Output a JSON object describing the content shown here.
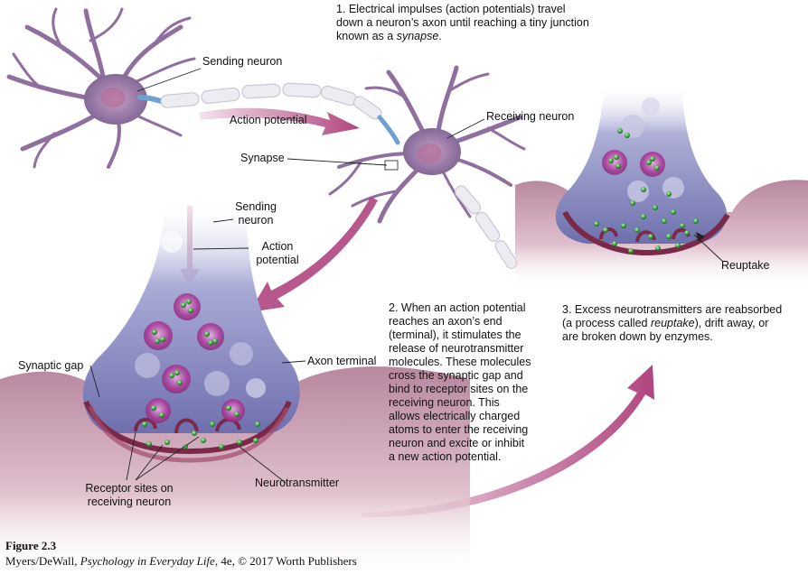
{
  "labels": {
    "sending_neuron": "Sending neuron",
    "action_potential_top": "Action potential",
    "receiving_neuron": "Receiving neuron",
    "synapse": "Synapse",
    "sending_neuron_2a": "Sending",
    "sending_neuron_2b": "neuron",
    "action_potential_2a": "Action",
    "action_potential_2b": "potential",
    "axon_terminal": "Axon terminal",
    "synaptic_gap": "Synaptic gap",
    "neurotransmitter": "Neurotransmitter",
    "receptor_a": "Receptor sites on",
    "receptor_b": "receiving neuron",
    "reuptake": "Reuptake"
  },
  "step1": {
    "line1": "1. Electrical impulses (action potentials) travel",
    "line2": "down a neuron’s axon until reaching a tiny junction",
    "line3_pre": "known as a ",
    "line3_term": "synapse",
    "line3_post": "."
  },
  "step2": {
    "lines": [
      "2. When an action potential",
      "reaches an axon’s end",
      "(terminal), it stimulates the",
      "release of neurotransmitter",
      "molecules. These molecules",
      "cross the synaptic gap and",
      "bind to receptor sites on the",
      "receiving neuron. This",
      "allows electrically charged",
      "atoms to enter the receiving",
      "neuron and excite or inhibit",
      "a new action potential."
    ]
  },
  "step3": {
    "line1": "3. Excess neurotransmitters are reabsorbed",
    "line2_pre": "(a process called ",
    "line2_term": "reuptake",
    "line2_post": "), drift away, or",
    "line3": "are broken down by enzymes."
  },
  "caption": {
    "figure": "Figure 2.3",
    "authors": "Myers/DeWall, ",
    "book": "Psychology in Everyday Life",
    "rest": ", 4e, © 2017 Worth Publishers"
  },
  "colors": {
    "neuron": "#9a7aa8",
    "arrow": "#b0457e",
    "terminal": "#8c8cc0",
    "membrane": "#7a2a48",
    "transmitter": "#4caf50",
    "vesicle": "#b03a9a"
  }
}
